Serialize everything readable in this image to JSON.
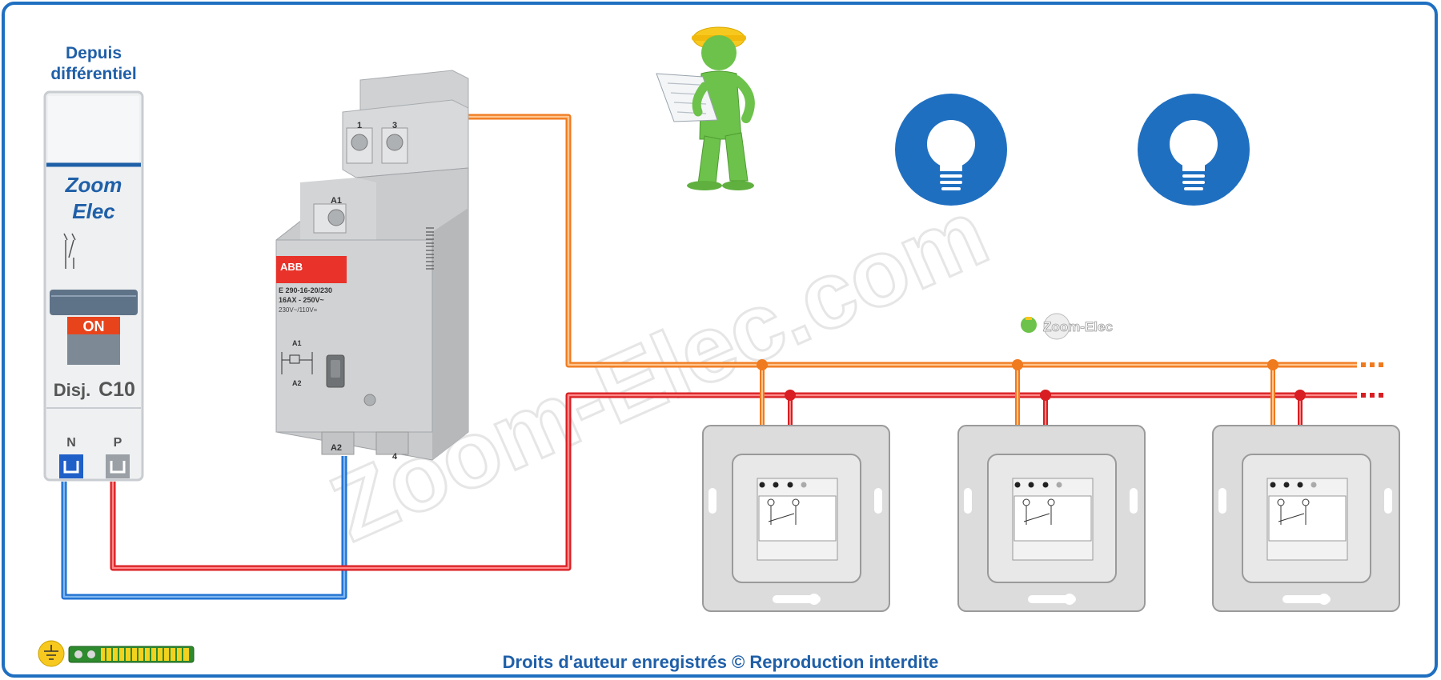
{
  "source": {
    "line1": "Depuis",
    "line2": "différentiel"
  },
  "breaker": {
    "brand_line1": "Zoom",
    "brand_line2": "Elec",
    "on_label": "ON",
    "rating_prefix": "Disj.",
    "rating": "C10",
    "terminal_n": "N",
    "terminal_p": "P"
  },
  "relay": {
    "brand": "ABB",
    "model": "E 290-16-20/230",
    "spec1": "16AX - 250V~",
    "spec2": "230V~/110V=",
    "terminal_1": "1",
    "terminal_3": "3",
    "terminal_a1": "A1",
    "terminal_a2": "A2",
    "terminal_4": "4",
    "schematic_a1": "A1",
    "schematic_a2": "A2"
  },
  "watermark": "Zoom-Elec.com",
  "small_logo": "Zoom-Elec",
  "footer": "Droits d'auteur enregistrés © Reproduction interdite",
  "colors": {
    "border": "#1f6fc1",
    "phase": "#e8262a",
    "neutral": "#3b8fe0",
    "control": "#f5822a",
    "bulb": "#1f6fc1",
    "text_blue": "#1f5fa8",
    "figure": "#6cc24a",
    "helmet": "#f7c81e"
  },
  "icons": [
    "lightbulb-icon",
    "lightbulb-icon",
    "ground-icon",
    "worker-figure"
  ]
}
